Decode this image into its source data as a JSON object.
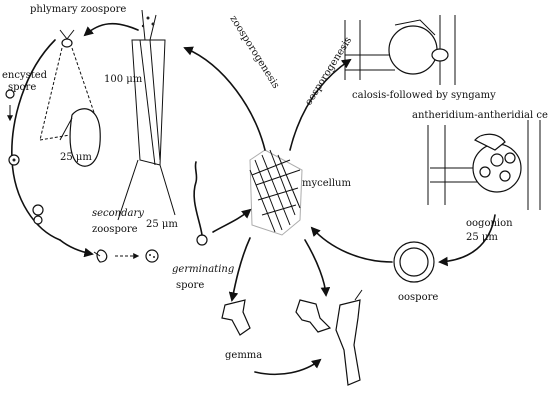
{
  "labels": {
    "phlymary_zoospore": "phlymary zoospore",
    "encysted": "encysted",
    "spore": "spore",
    "secondary": "secondary",
    "zoospore": "zoospore",
    "scale_25um_left": "25 μm",
    "germinating": "germinating",
    "spore2": "spore",
    "gemma": "gemma",
    "mycelium": "mycellum",
    "zoosporogenesis": "zoosporogenesis",
    "oosporogenesis": "oosporogenesis",
    "calosis": "calosis-followed by syngamy",
    "antheridium": "antheridium-antheridial cell",
    "oogonion": "oogonion",
    "scale_25um_right": "25 μm",
    "oospore": "oospore",
    "scale_small_1": "100 μm",
    "scale_small_2": "25 μm"
  }
}
